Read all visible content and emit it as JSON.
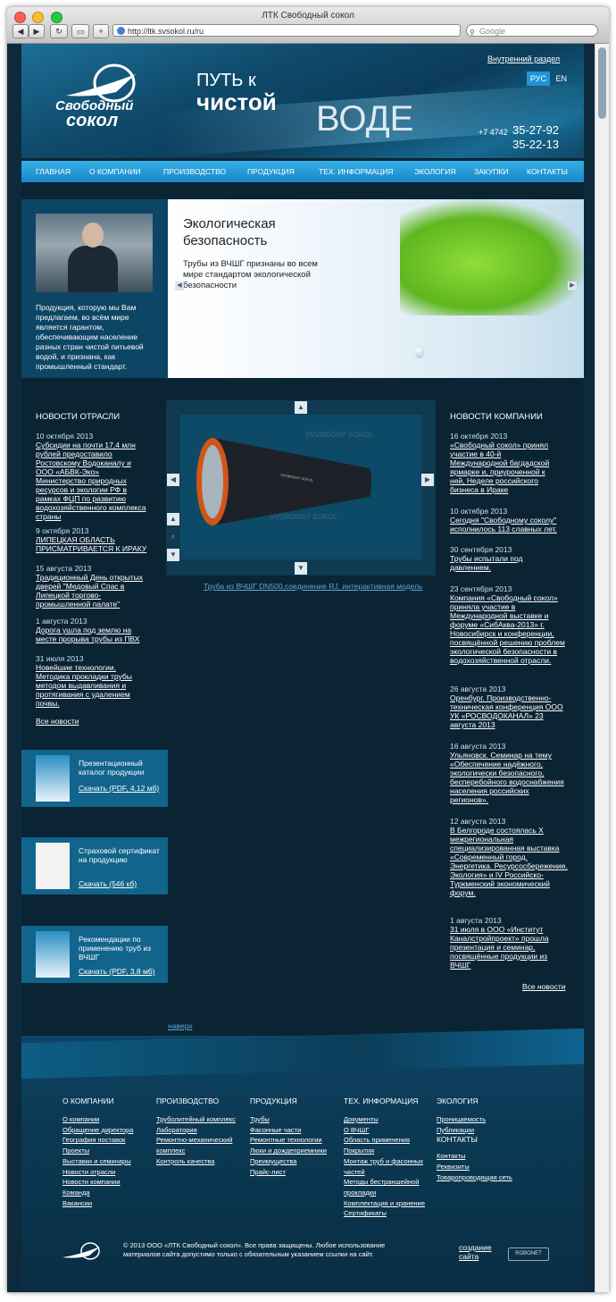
{
  "browser": {
    "window_title": "ЛТК Свободный сокол",
    "url": "http://ltk.svsokol.ru/ru",
    "search_placeholder": "Google",
    "back_icon": "◀",
    "forward_icon": "▶",
    "reload_icon": "↻",
    "add_icon": "+"
  },
  "header": {
    "logo_line1": "Свободный",
    "logo_line2": "сокол",
    "slogan_line1": "ПУТЬ к",
    "slogan_line2": "чистой",
    "slogan_line3": "ВОДЕ",
    "inner_section": "Внутренний раздел",
    "lang_ru": "РУС",
    "lang_en": "EN",
    "phone_code": "+7 4742",
    "phone1": "35-27-92",
    "phone2": "35-22-13"
  },
  "nav": [
    "ГЛАВНАЯ",
    "О КОМПАНИИ",
    "ПРОИЗВОДСТВО",
    "ПРОДУКЦИЯ",
    "ТЕХ. ИНФОРМАЦИЯ",
    "ЭКОЛОГИЯ",
    "ЗАКУПКИ",
    "КОНТАКТЫ"
  ],
  "hero": {
    "left_text": "Продукция, которую мы Вам предлагаем, во всём мире является гарантом, обеспечивающим население разных стран чистой питьевой водой, и признана, как промышленный стандарт.",
    "title_line1": "Экологическая",
    "title_line2": "безопасность",
    "subtitle": "Трубы из ВЧШГ признаны во всем мире стандартом экологической безопасности"
  },
  "industry_news": {
    "title": "НОВОСТИ ОТРАСЛИ",
    "items": [
      {
        "date": "10 октября 2013",
        "text": "Субсидии на почти 17,4 млн рублей предоставило Ростовскому Водоканалу и ООО «АБВК-Эко» Министерство природных ресурсов и экологии РФ в рамках ФЦП по развитию водохозяйственного комплекса страны"
      },
      {
        "date": "9 октября 2013",
        "text": "ЛИПЕЦКАЯ ОБЛАСТЬ ПРИСМАТРИВАЕТСЯ К ИРАКУ"
      },
      {
        "date": "15 августа 2013",
        "text": "Традиционный День открытых дверей \"Медовый Спас в Липецкой торгово-промышленной палате\""
      },
      {
        "date": "1 августа 2013",
        "text": "Дорога ушла под землю на месте прорыва трубы из ПВХ"
      },
      {
        "date": "31 июля 2013",
        "text": "Новейшие технологии. Методика прокладки трубы методом выдавливания и протягивания с удалением почвы."
      }
    ],
    "all_link": "Все новости"
  },
  "viewer": {
    "caption": "Труба из ВЧШГ DN500,соединение RJ, интерактивная модель",
    "watermark": "SVOBODNY SOKOL",
    "pipe_label": "SVOBODNY SOKOL",
    "up_arrow": "▲",
    "down_arrow": "▼",
    "left_arrow": "◀",
    "right_arrow": "▶",
    "zoom_icon": "⌕"
  },
  "promos": [
    {
      "title": "Презентационный каталог продукции",
      "link": "Скачать (PDF, 4,12 мб)"
    },
    {
      "title": "Страховой сертификат на продукцию",
      "link": "Скачать (546 кб)"
    },
    {
      "title": "Рекомендации по применению труб из ВЧШГ",
      "link": "Скачать (PDF, 3,8 мб)"
    }
  ],
  "company_news": {
    "title": "НОВОСТИ КОМПАНИИ",
    "items": [
      {
        "date": "16 октября 2013",
        "text": "«Свободный сокол» принял участие в 40-й Международной багдадской ярмарке и, приуроченной к ней, Неделе российского бизнеса в Ираке"
      },
      {
        "date": "10 октября 2013",
        "text": "Сегодня \"Свободному соколу\" исполнилось 113 славных лет."
      },
      {
        "date": "30 сентября 2013",
        "text": "Трубы испытали под давлением."
      },
      {
        "date": "23 сентября 2013",
        "text": "Компания «Свободный сокол» приняла участие в Международной выставке и форуме «СибАква-2013» г. Новосибирск и конференции, посвящённой решению проблем экологической безопасности в водохозяйственной отрасли."
      },
      {
        "date": "26 августа 2013",
        "text": "Оренбург. Производственно-техническая конференция ООО УК «РОСВОДОКАНАЛ» 23 августа 2013"
      },
      {
        "date": "16 августа 2013",
        "text": "Ульяновск. Семинар на тему «Обеспечение надёжного, экологически безопасного, бесперебойного водоснабжения населения российских регионов»."
      },
      {
        "date": "12 августа 2013",
        "text": "В Белгороде состоялась X межрегиональная специализированная выставка «Современный город. Энергетика. Ресурсосбережение. Экология» и IV Российско-Туркменский экономический форум."
      },
      {
        "date": "1 августа 2013",
        "text": "31 июля в ООО «Институт Каналстройпроект» прошла презентация и семинар, посвящённые продукции из ВЧШГ"
      }
    ],
    "all_link": "Все новости"
  },
  "up_link": "наверх",
  "footer": {
    "columns": [
      {
        "title": "О КОМПАНИИ",
        "links": [
          "О компании",
          "Обращение директора",
          "География поставок",
          "Проекты",
          "Выставки и семинары",
          "Новости отрасли",
          "Новости компании",
          "Команда",
          "Вакансии"
        ]
      },
      {
        "title": "ПРОИЗВОДСТВО",
        "links": [
          "Труболитейный комплекс",
          "Лаборатория",
          "Ремонтно-механический комплекс",
          "Контроль качества"
        ]
      },
      {
        "title": "ПРОДУКЦИЯ",
        "links": [
          "Трубы",
          "Фасонные части",
          "Ремонтные технологии",
          "Люки и дождеприемники",
          "Преимущества",
          "Прайс-лист"
        ]
      },
      {
        "title": "ТЕХ. ИНФОРМАЦИЯ",
        "links": [
          "Документы",
          "О ВЧШГ",
          "Область применения",
          "Покрытия",
          "Монтаж труб и фасонных частей",
          "Методы бестраншейной прокладки",
          "Комплектация и хранение",
          "Сертификаты"
        ]
      },
      {
        "title": "ЭКОЛОГИЯ",
        "links": [
          "Проницаемость",
          "Публикации"
        ],
        "title2": "КОНТАКТЫ",
        "links2": [
          "Контакты",
          "Реквизиты",
          "Товаропроводящая сеть"
        ]
      }
    ],
    "copyright": "© 2013 ООО «ЛТК Свободный сокол». Все права защищены. Любое использование материалов сайта допустимо только с обязательным указанием ссылки на сайт.",
    "create_site": "создание сайта",
    "robonet": "ROBONET"
  },
  "colors": {
    "nav": "#1f95d6",
    "page_bg": "#0a2434",
    "link": "#5fa6d6"
  }
}
